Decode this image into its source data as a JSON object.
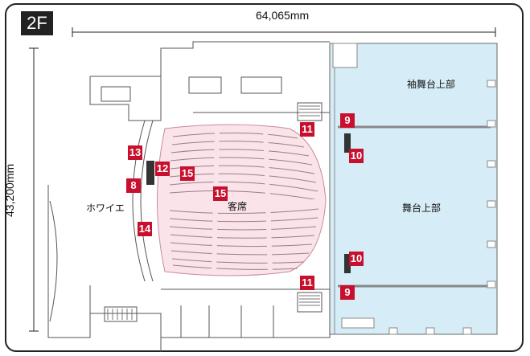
{
  "floor": "2F",
  "dimensions": {
    "width": "64,065mm",
    "height": "43,200mm"
  },
  "areas": {
    "lobby": "ホワイエ",
    "seating": "客席",
    "stage_upper": "舞台上部",
    "wing_upper": "袖舞台上部"
  },
  "markers": [
    "9",
    "9",
    "10",
    "10",
    "11",
    "11",
    "12",
    "13",
    "8",
    "14",
    "15",
    "15"
  ],
  "colors": {
    "marker": "#c8102e",
    "stage": "#d6edf7",
    "seating": "#fbe3ea",
    "badge_bg": "#222222"
  }
}
